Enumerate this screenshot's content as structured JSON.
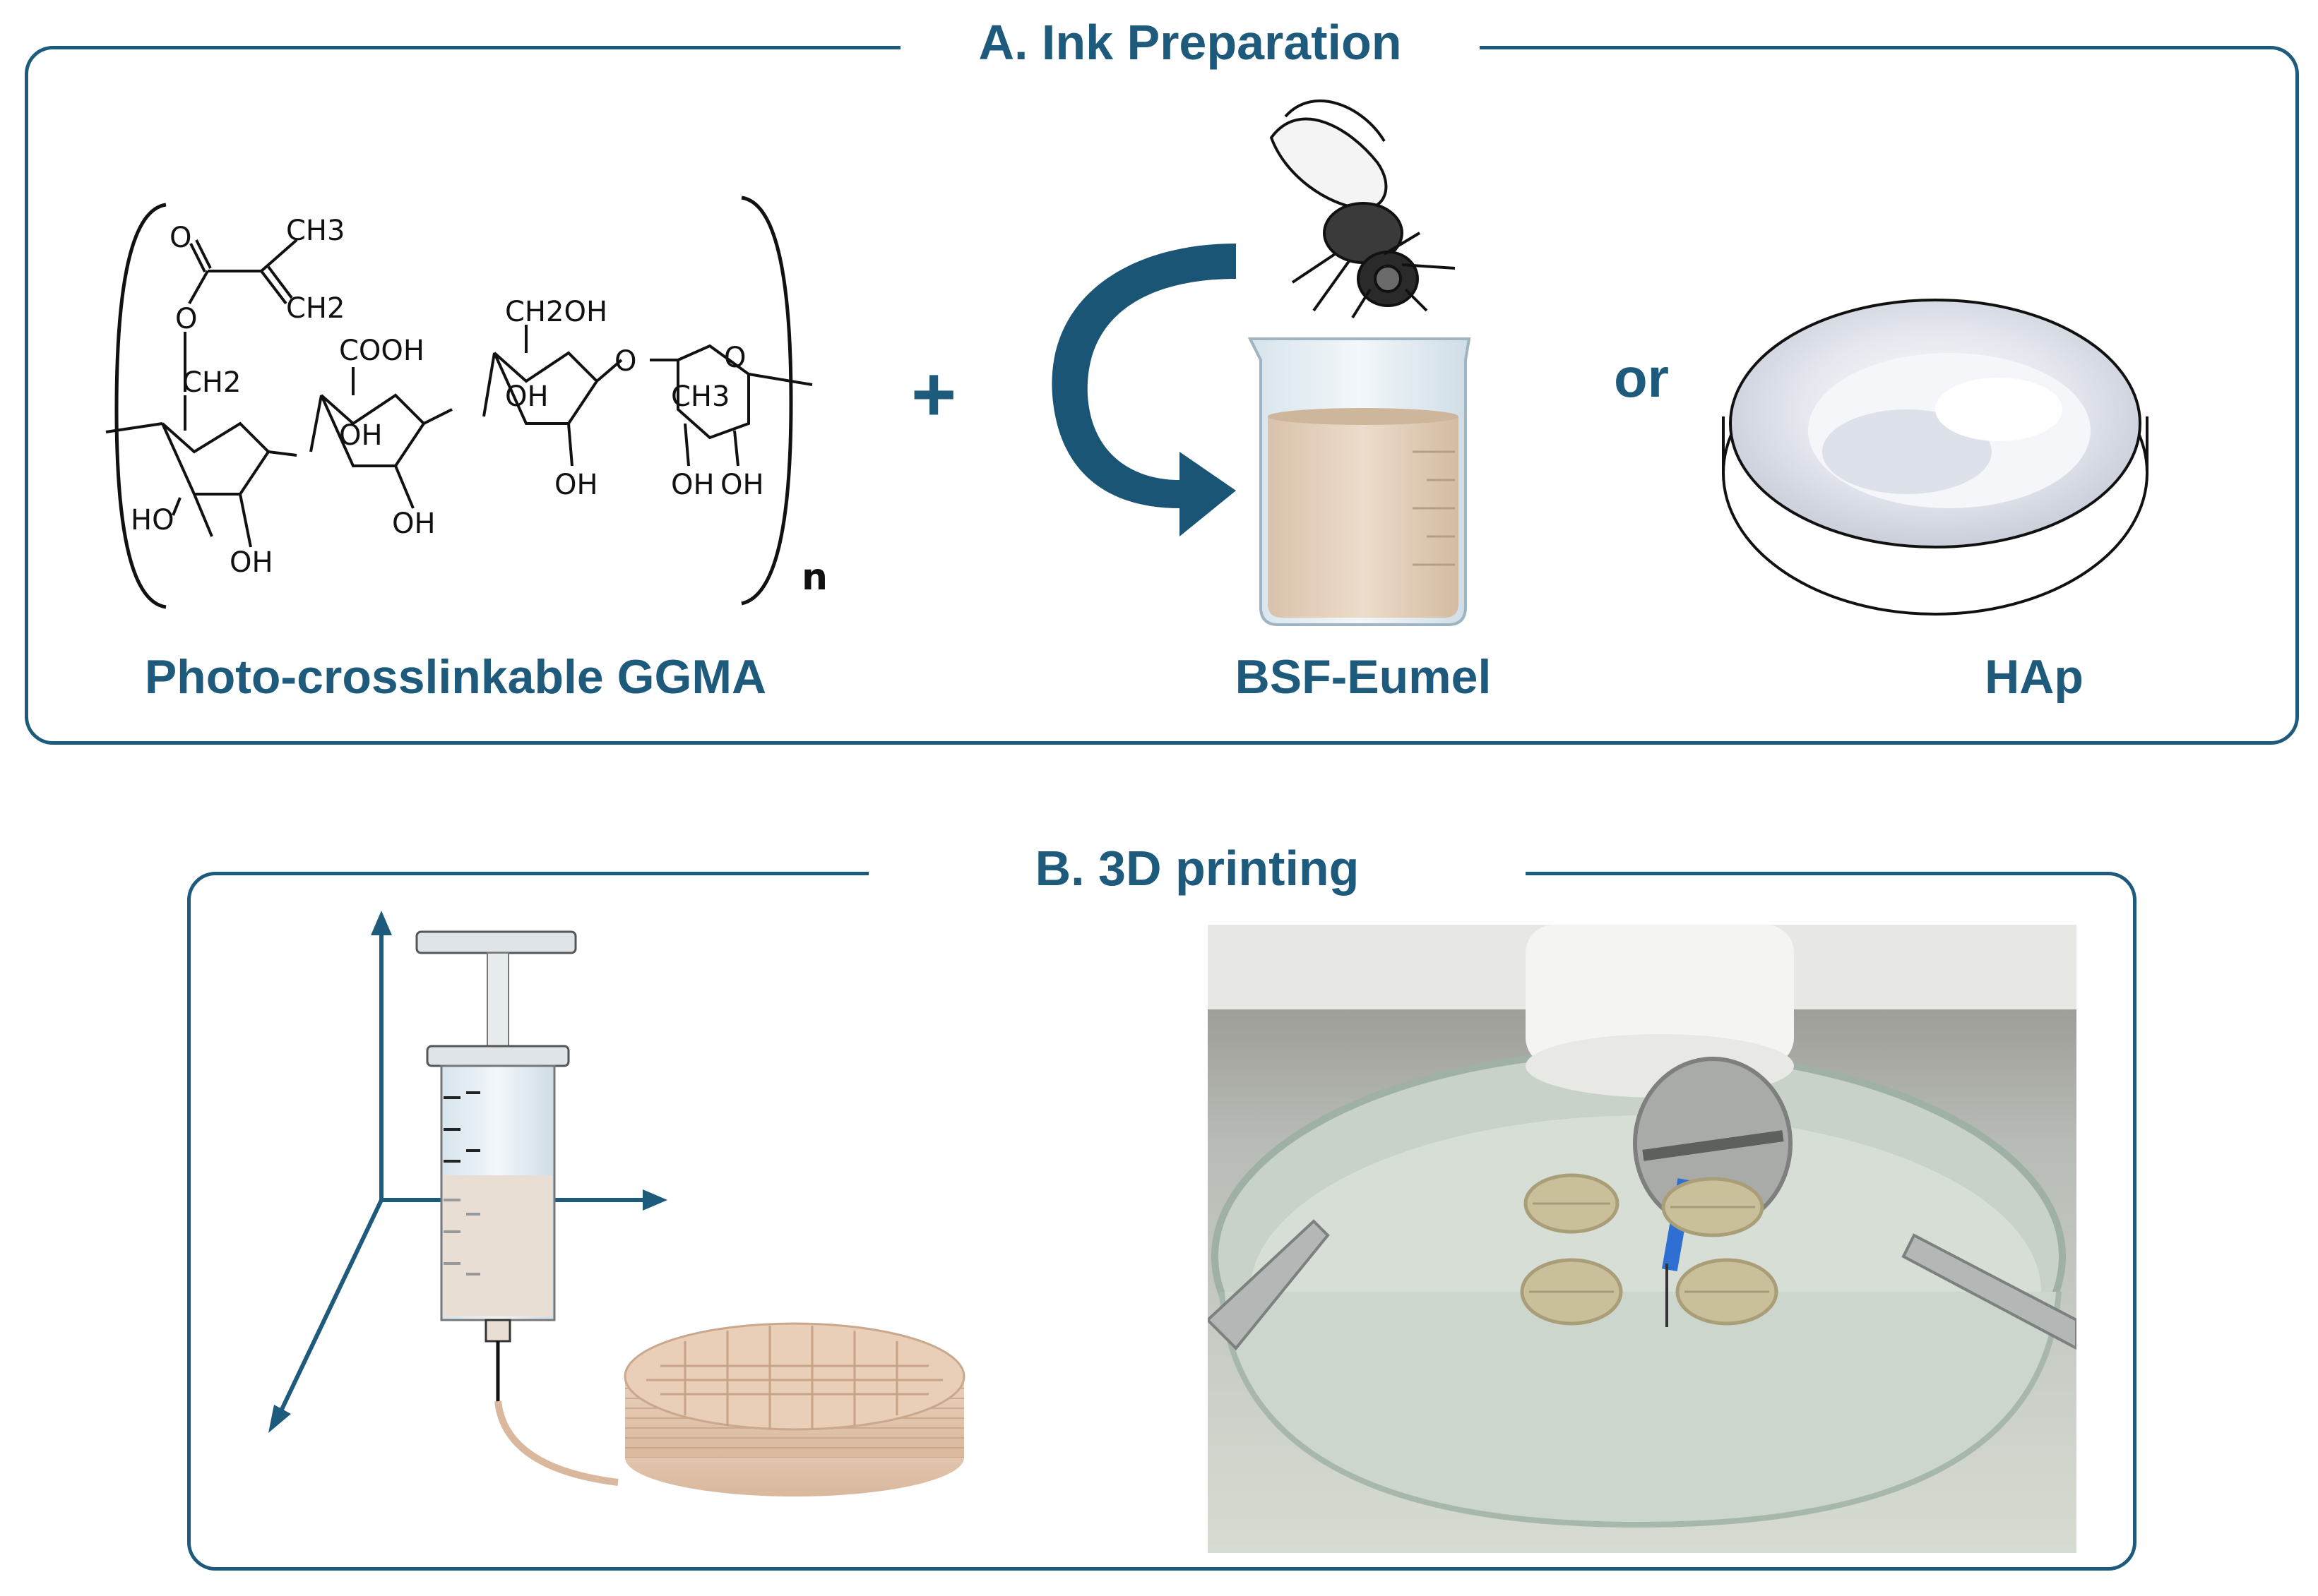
{
  "panel_a": {
    "title": "A. Ink Preparation",
    "ggma_label": "Photo-crosslinkable GGMA",
    "plus_sign": "+",
    "bsf_label": "BSF-Eumel",
    "or_word": "or",
    "hap_label": "HAp",
    "structure_labels": {
      "o_carbonyl": "O",
      "ch3_top": "CH3",
      "ch2_vinyl": "CH2",
      "o_ester": "O",
      "ch2_link": "CH2",
      "cooh": "COOH",
      "ch2oh": "CH2OH",
      "ho_ring1": "HO",
      "oh_ring1_bottom": "OH",
      "oh_ring2_mid": "OH",
      "oh_ring2_bottom": "OH",
      "oh_ring3_mid": "OH",
      "oh_ring3_bottom": "OH",
      "ch3_ring4": "CH3",
      "oh_ring4_a": "OH",
      "oh_ring4_b": "OH",
      "ring_o": "O",
      "link_o": "O",
      "subscript_n": "n"
    }
  },
  "panel_b": {
    "title": "B.   3D printing"
  },
  "colors": {
    "accent": "#1d5a7c",
    "liquid": "#e6d3c0",
    "scaffold": "#e3c6ad"
  }
}
